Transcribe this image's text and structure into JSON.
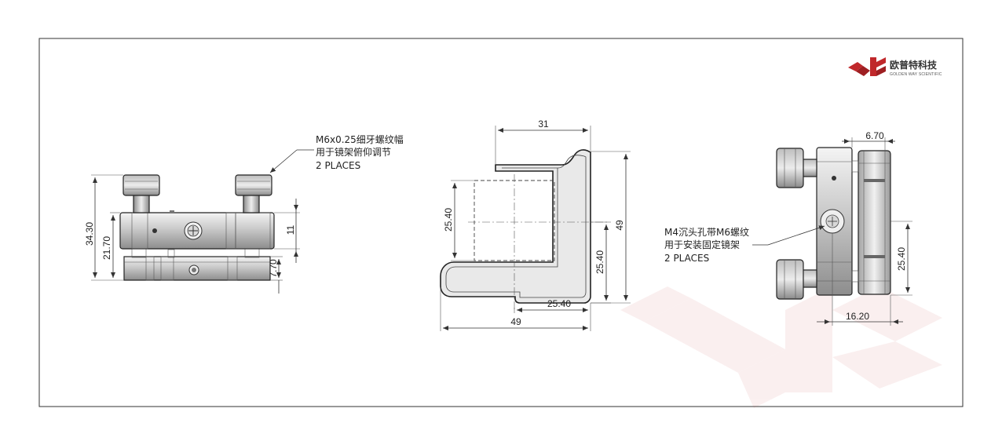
{
  "logo": {
    "name_cn": "欧普特科技",
    "name_en": "GOLDEN WAY SCIENTIFIC",
    "color": "#c0282b"
  },
  "front_view": {
    "dims": {
      "overall_height": "34.30",
      "mid_height": "21.70",
      "block_height": "11",
      "base_height": "7.70"
    },
    "callout": {
      "line1": "M6x0.25细牙螺纹幅",
      "line2": "用于镜架俯仰调节",
      "line3": "2 PLACES"
    }
  },
  "top_view": {
    "dims": {
      "top_width": "31",
      "left_height": "25.40",
      "right_total_height": "49",
      "inner_height": "25.40",
      "inner_width": "25.40",
      "bottom_width": "49"
    }
  },
  "side_view": {
    "dims": {
      "flange_width": "6.70",
      "hole_spacing": "25.40",
      "depth": "16.20"
    },
    "callout": {
      "line1": "M4沉头孔带M6螺纹",
      "line2": "用于安装固定镜架",
      "line3": "2 PLACES"
    }
  }
}
